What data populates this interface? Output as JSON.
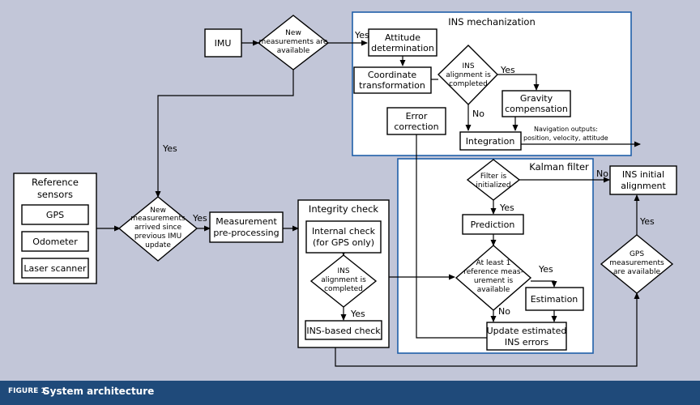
{
  "colors": {
    "background": "#c2c6d8",
    "frame_blue": "#1f5fa8",
    "caption_bar": "#1f4a7a",
    "caption_text": "#ffffff"
  },
  "caption": {
    "figure_label": "FIGURE 1",
    "title": "System architecture"
  },
  "groups": {
    "ins_mechanization": "INS mechanization",
    "kalman_filter": "Kalman filter",
    "integrity_check": "Integrity check",
    "reference_sensors": [
      "Reference",
      "sensors"
    ]
  },
  "nodes": {
    "imu": "IMU",
    "new_measurements": [
      "New",
      "measurements are",
      "available"
    ],
    "attitude_determination": [
      "Attitude",
      "determination"
    ],
    "coordinate_transformation": [
      "Coordinate",
      "transformation"
    ],
    "ins_alignment_mech": [
      "INS",
      "alignment is",
      "completed"
    ],
    "gravity_compensation": [
      "Gravity",
      "compensation"
    ],
    "error_correction": [
      "Error",
      "correction"
    ],
    "integration": "Integration",
    "navigation_outputs": [
      "Navigation outputs:",
      "position, velocity, attitude"
    ],
    "gps": "GPS",
    "odometer": "Odometer",
    "laser_scanner": "Laser scanner",
    "new_measurements_imu": [
      "New",
      "measurements",
      "arrived since",
      "previous IMU",
      "update"
    ],
    "measurement_preprocessing": [
      "Measurement",
      "pre-processing"
    ],
    "internal_check": [
      "Internal check",
      "(for GPS only)"
    ],
    "ins_alignment_integrity": [
      "INS",
      "alignment is",
      "completed"
    ],
    "ins_based_check": "INS-based check",
    "filter_initialized": [
      "Filter is",
      "initialized"
    ],
    "prediction": "Prediction",
    "reference_available": [
      "At least 1",
      "reference meas-",
      "urement is",
      "available"
    ],
    "estimation": "Estimation",
    "update_estimated": [
      "Update estimated",
      "INS errors"
    ],
    "ins_initial_alignment": [
      "INS initial",
      "alignment"
    ],
    "gps_available": [
      "GPS",
      "measurements",
      "are available"
    ]
  },
  "edge_labels": {
    "yes_imu": "Yes",
    "yes_gravity": "Yes",
    "no_integration": "No",
    "yes_down": "Yes",
    "yes_preproc": "Yes",
    "yes_prediction": "Yes",
    "no_alignment": "No",
    "yes_estimation": "Yes",
    "no_update": "No",
    "yes_gps": "Yes",
    "yes_ins_check": "Yes"
  }
}
